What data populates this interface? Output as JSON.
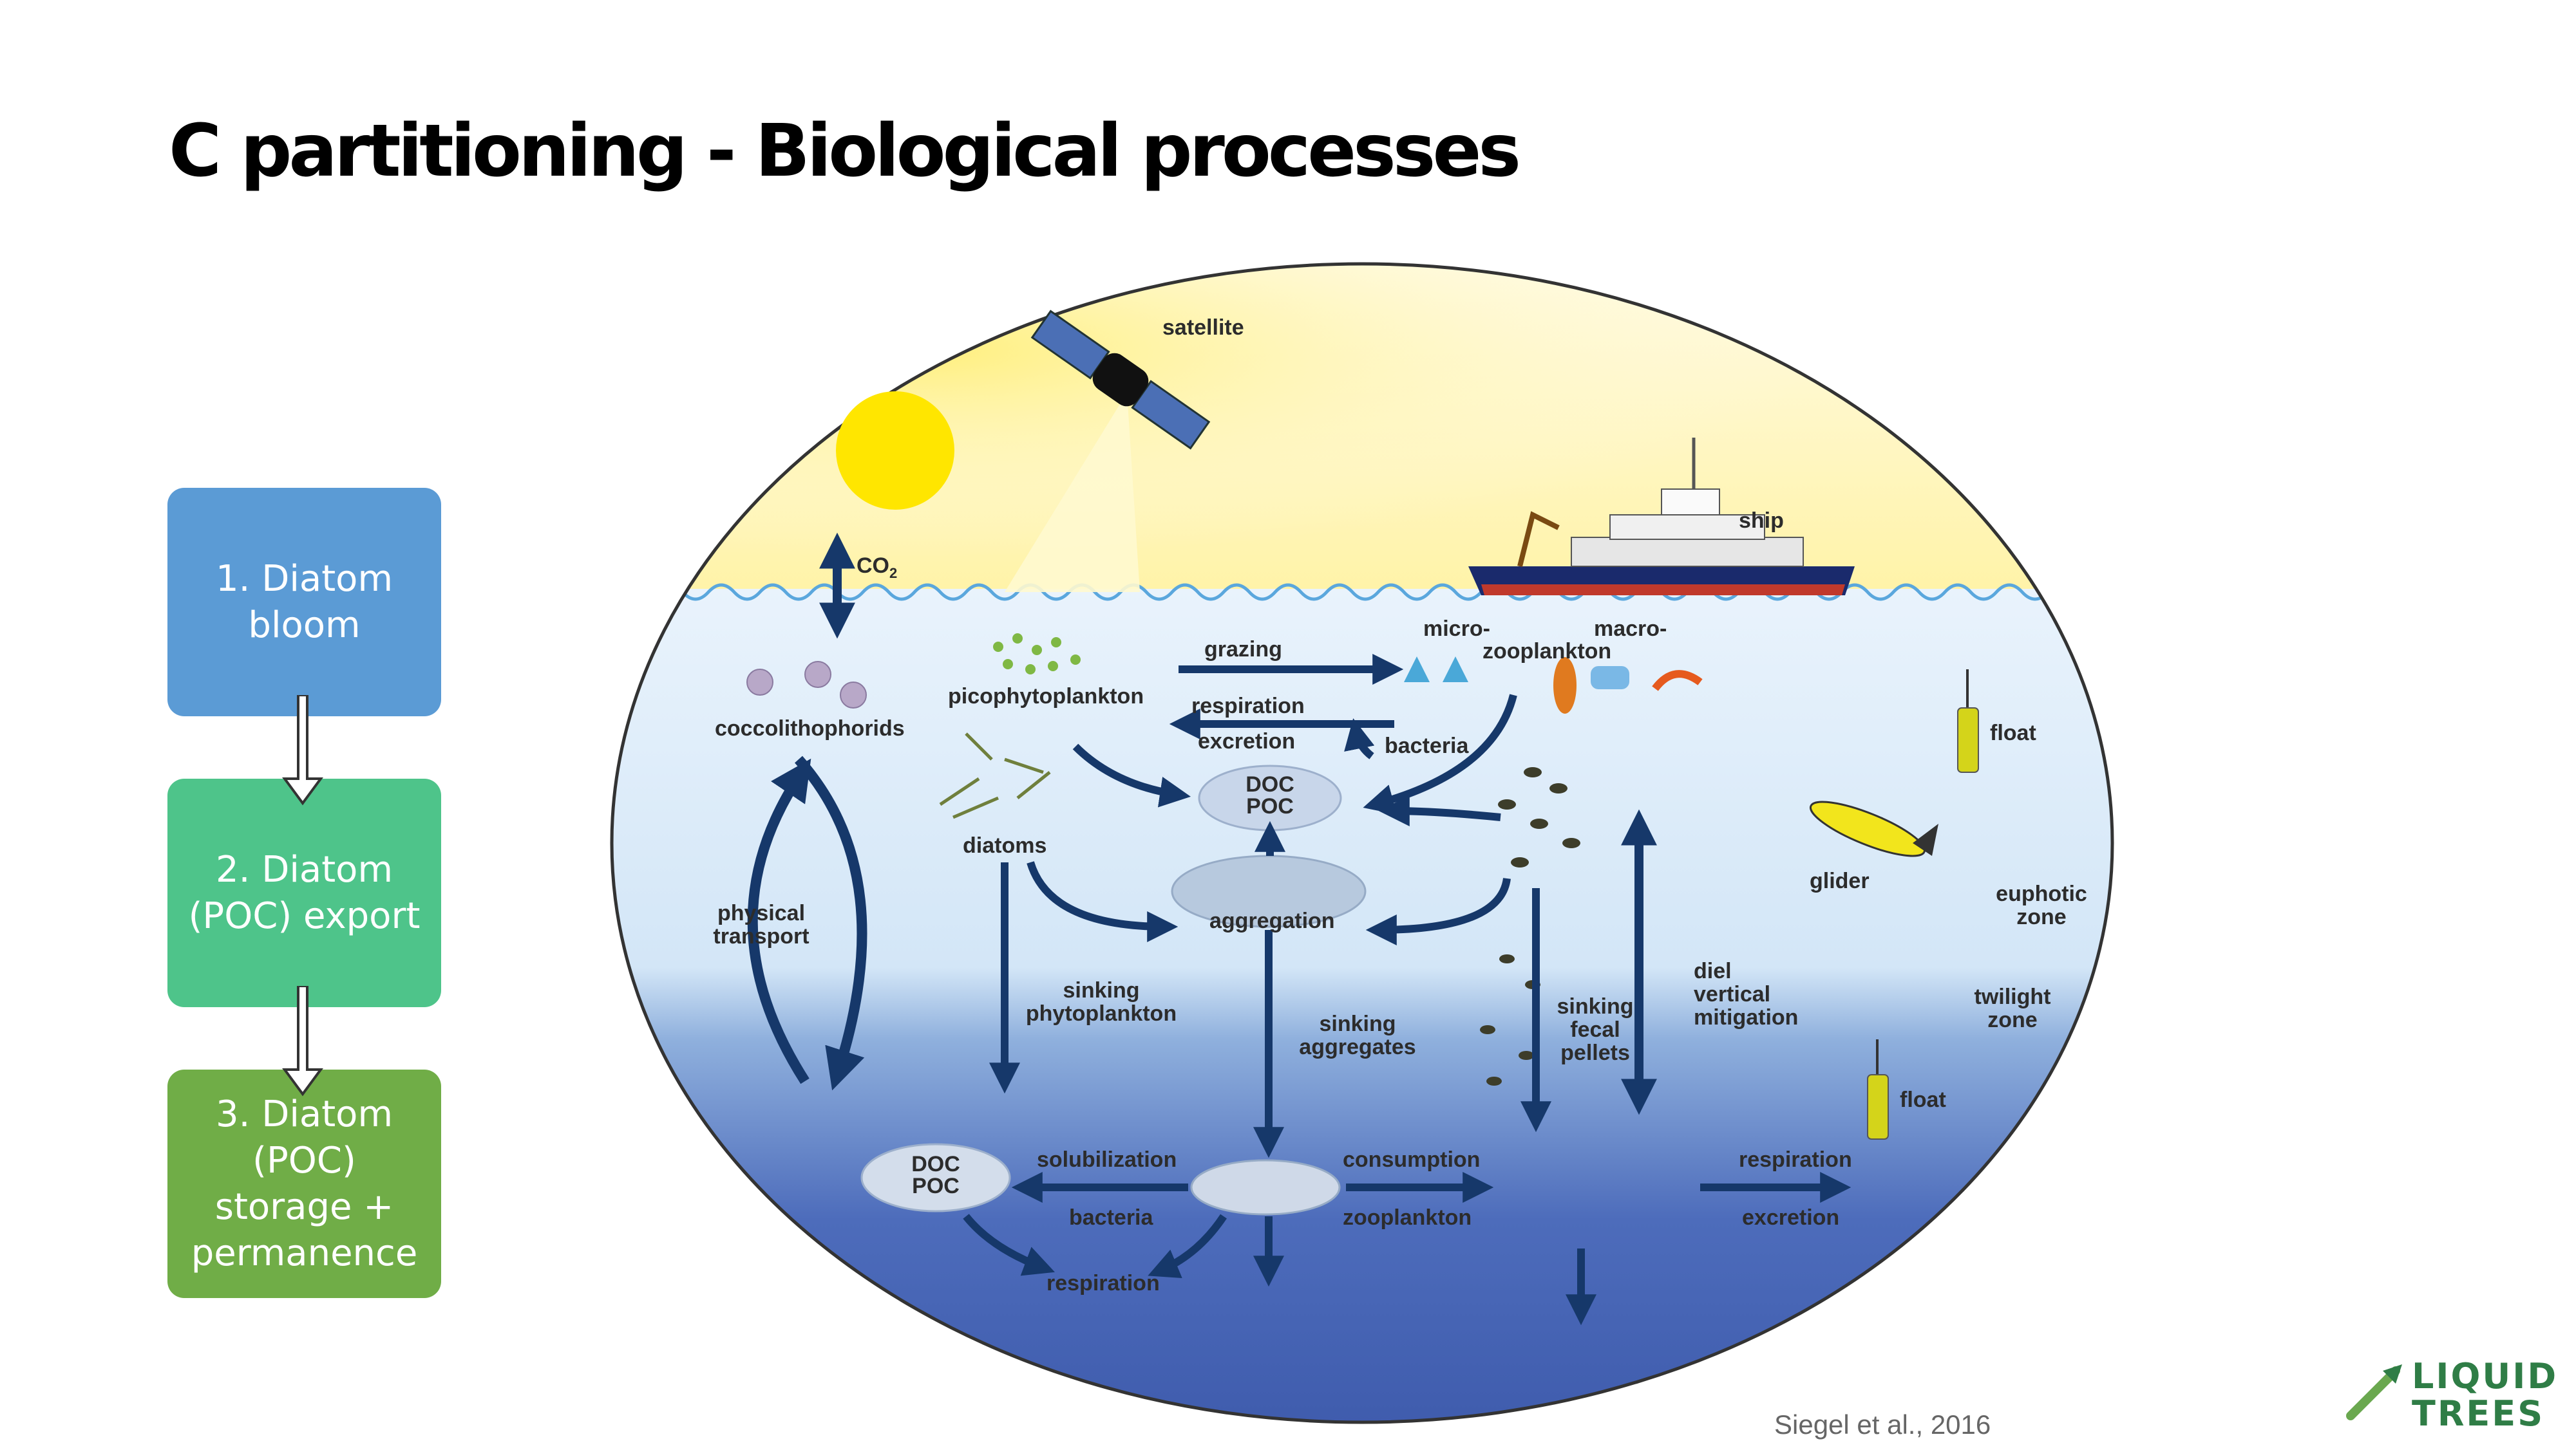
{
  "slide": {
    "title": "C partitioning - Biological processes",
    "citation": "Siegel et al., 2016"
  },
  "steps": [
    {
      "lines": [
        "1. Diatom",
        "bloom"
      ],
      "color": "#5b9bd5"
    },
    {
      "lines": [
        "2. Diatom",
        "(POC) export"
      ],
      "color": "#4ec48a"
    },
    {
      "lines": [
        "3. Diatom",
        "(POC)",
        "storage +",
        "permanence"
      ],
      "color": "#70ad47"
    }
  ],
  "logo": {
    "line1": "LIQUID",
    "line2": "TREES"
  },
  "diagram": {
    "satellite": "satellite",
    "co2": "CO",
    "co2_sub": "2",
    "ship": "ship",
    "float_top": "float",
    "float_bottom": "float",
    "glider": "glider",
    "euphotic": [
      "euphotic",
      "zone"
    ],
    "twilight": [
      "twilight",
      "zone"
    ],
    "micro": "micro-",
    "macro": "macro-",
    "zooplankton": "zooplankton",
    "grazing": "grazing",
    "respiration_top": "respiration",
    "excretion_top": "excretion",
    "bacteria_top": "bacteria",
    "picophytoplankton": "picophytoplankton",
    "coccolithophorids": "coccolithophorids",
    "diatoms": "diatoms",
    "doc": "DOC",
    "poc": "POC",
    "aggregation": "aggregation",
    "physical_transport": [
      "physical",
      "transport"
    ],
    "sinking_phyto": [
      "sinking",
      "phytoplankton"
    ],
    "sinking_aggregates": [
      "sinking",
      "aggregates"
    ],
    "sinking_fecal": [
      "sinking",
      "fecal",
      "pellets"
    ],
    "diel": [
      "diel",
      "vertical",
      "mitigation"
    ],
    "solubilization": "solubilization",
    "bacteria_bottom": "bacteria",
    "respiration_bottom": "respiration",
    "consumption": "consumption",
    "zooplankton_bottom": "zooplankton",
    "respiration_right": "respiration",
    "excretion_right": "excretion"
  },
  "colors": {
    "arrow": "#16386a",
    "sky": "#fff6b8",
    "sun": "#ffe600",
    "ocean_top": "#e6f1fb",
    "ocean_bottom": "#3f5fb0"
  }
}
